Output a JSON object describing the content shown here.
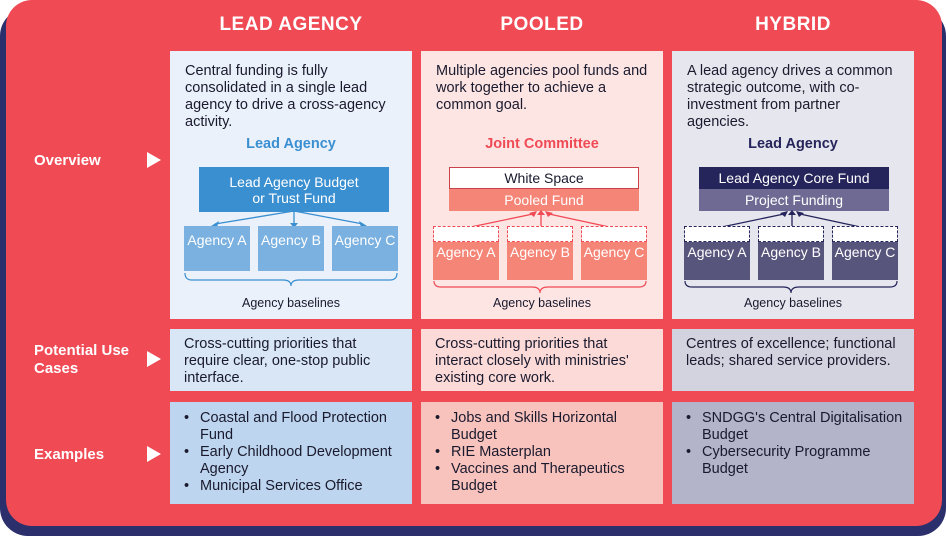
{
  "columns": [
    {
      "title": "LEAD AGENCY",
      "overview": "Central funding is fully consolidated in a single lead agency to drive a cross-agency activity.",
      "diagram_title": "Lead Agency",
      "fund_box": "Lead Agency Budget or Trust Fund",
      "agencies": [
        "Agency A",
        "Agency B",
        "Agency C"
      ],
      "baseline": "Agency baselines",
      "use_cases": "Cross-cutting priorities that require clear, one-stop public interface.",
      "examples": [
        "Coastal and Flood Protection Fund",
        "Early Childhood Development Agency",
        "Municipal Services Office"
      ]
    },
    {
      "title": "POOLED",
      "overview": "Multiple agencies pool funds and work together to achieve a common goal.",
      "diagram_title": "Joint Committee",
      "top_box": "White Space",
      "fund_box": "Pooled Fund",
      "agencies": [
        "Agency A",
        "Agency B",
        "Agency C"
      ],
      "baseline": "Agency baselines",
      "use_cases": "Cross-cutting priorities that interact closely with ministries' existing core work.",
      "examples": [
        "Jobs and Skills Horizontal Budget",
        "RIE Masterplan",
        "Vaccines and Therapeutics Budget"
      ]
    },
    {
      "title": "HYBRID",
      "overview": "A lead agency drives a common strategic outcome, with co-investment from partner agencies.",
      "diagram_title": "Lead Agency",
      "top_box": "Lead Agency Core Fund",
      "fund_box": "Project Funding",
      "agencies": [
        "Agency A",
        "Agency B",
        "Agency C"
      ],
      "baseline": "Agency baselines",
      "use_cases": "Centres of excellence; functional leads; shared service providers.",
      "examples": [
        "SNDGG's Central Digitalisation Budget",
        "Cybersecurity Programme Budget"
      ]
    }
  ],
  "rows": {
    "overview": "Overview",
    "use_cases": "Potential Use Cases",
    "examples": "Examples"
  },
  "colors": {
    "frame": "#f04a55",
    "frame_shadow": "#2b2f6b",
    "lead_panel": "#eaf1fb",
    "lead_light": "#d8e6f6",
    "lead_example": "#bdd5ee",
    "lead_box": "#3a8fd0",
    "lead_agency": "#7ab1e0",
    "lead_title": "#3a8fd0",
    "pooled_panel": "#fde5e4",
    "pooled_light": "#fcdad8",
    "pooled_example": "#f9c3bd",
    "pooled_box": "#f58577",
    "pooled_title": "#f04a55",
    "hybrid_panel": "#e6e6ee",
    "hybrid_light": "#d3d3e0",
    "hybrid_example": "#b3b3c9",
    "hybrid_top": "#25255c",
    "hybrid_box": "#6e6a93",
    "hybrid_agency": "#58557c",
    "hybrid_title": "#25255c"
  }
}
